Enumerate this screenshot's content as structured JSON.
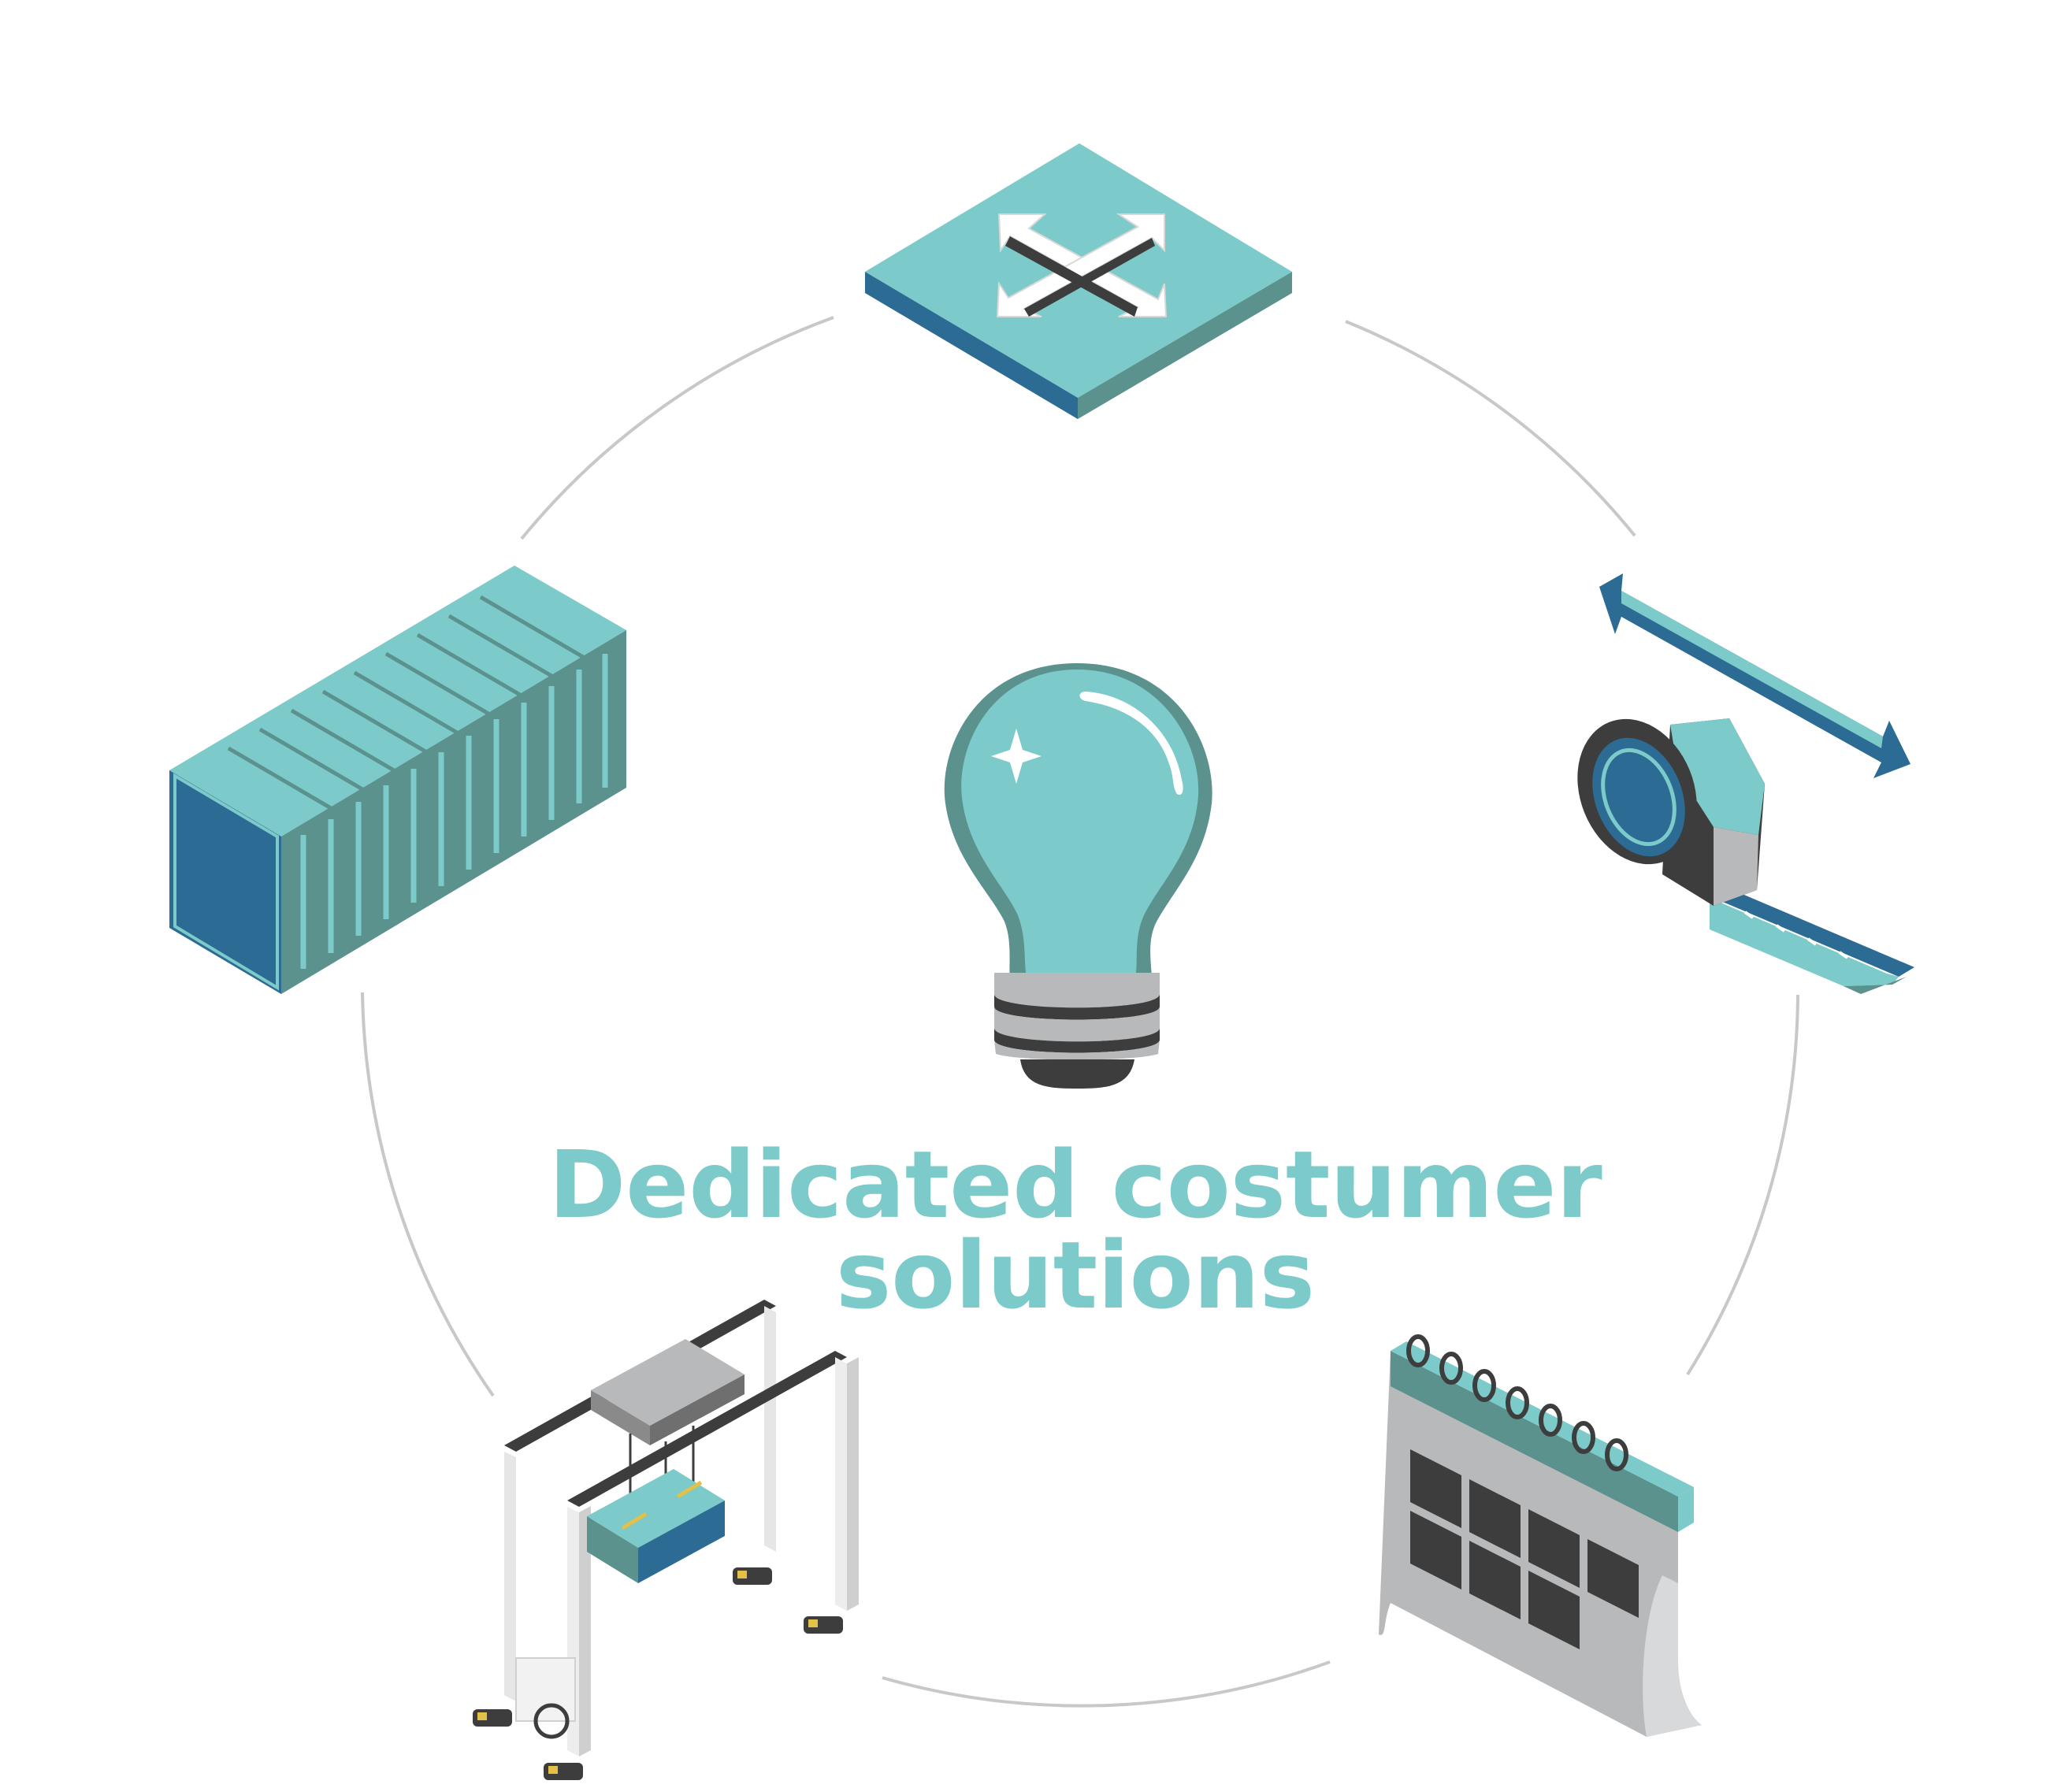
{
  "title": {
    "line1": "Dedicated costumer",
    "line2": "solutions"
  },
  "icons": [
    {
      "name": "expand-arrows-tile-icon",
      "kind": "tile"
    },
    {
      "name": "tape-measure-icon",
      "kind": "measure"
    },
    {
      "name": "calendar-icon",
      "kind": "calendar"
    },
    {
      "name": "gantry-crane-icon",
      "kind": "crane"
    },
    {
      "name": "shipping-container-icon",
      "kind": "container"
    }
  ],
  "colors": {
    "teal_light": "#7ccac9",
    "teal_mid": "#5b928d",
    "blue_dark": "#2c6b93",
    "circle_stroke": "#c8c8c8",
    "gray_dark": "#3d3d3d",
    "gray_light": "#b8b9ba"
  }
}
